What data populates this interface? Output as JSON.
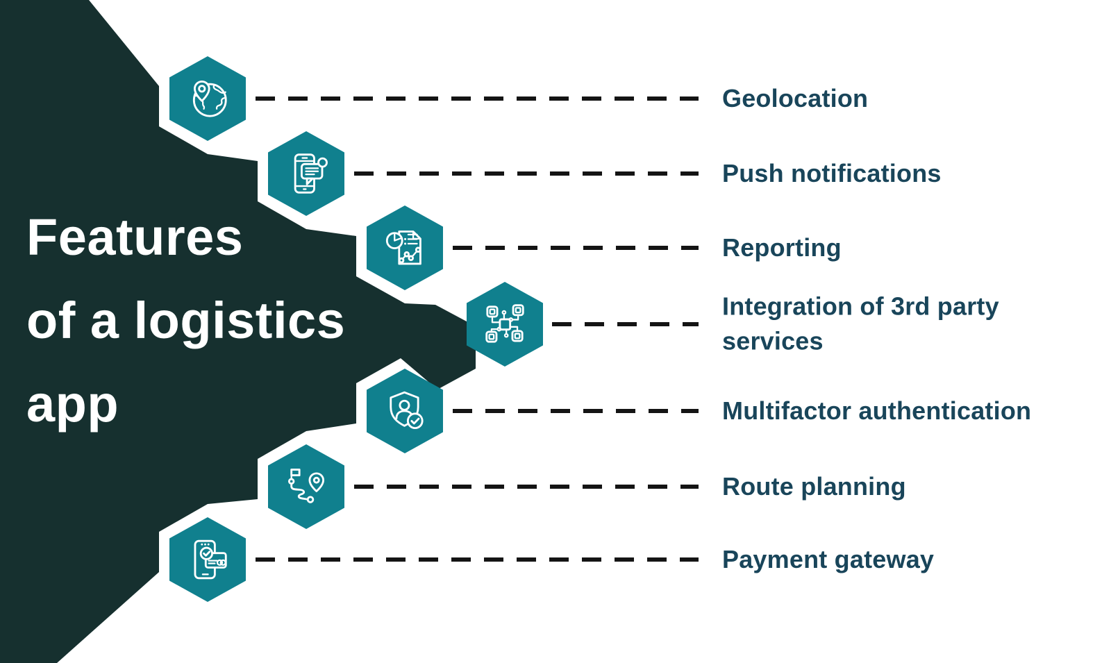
{
  "title": {
    "lines": [
      "Features",
      "of a logistics",
      "app"
    ]
  },
  "features": [
    {
      "label": "Geolocation",
      "icon": "globe-pin"
    },
    {
      "label": "Push notifications",
      "icon": "phone-notification"
    },
    {
      "label": "Reporting",
      "icon": "report-document"
    },
    {
      "label": "Integration of 3rd party services",
      "icon": "network-integration"
    },
    {
      "label": "Multifactor authentication",
      "icon": "shield-user-check"
    },
    {
      "label": "Route planning",
      "icon": "route-map"
    },
    {
      "label": "Payment gateway",
      "icon": "payment-card-phone"
    }
  ],
  "colors": {
    "background": "#ffffff",
    "triangle": "#16302F",
    "hexagon": "#10808E",
    "label_text": "#19455A",
    "title_text": "#ffffff",
    "dash": "#141414"
  }
}
